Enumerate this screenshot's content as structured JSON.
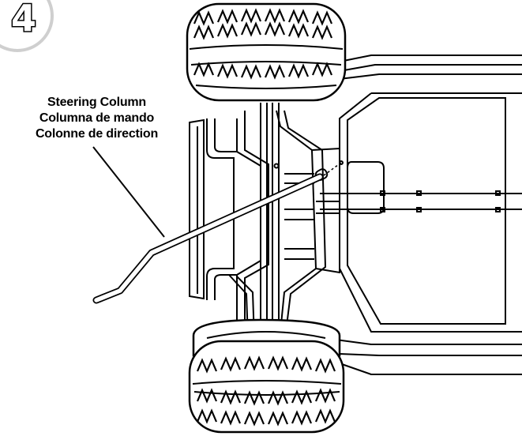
{
  "step": {
    "number": "4"
  },
  "callout": {
    "lines": [
      "Steering Column",
      "Columna de mando",
      "Colonne de direction"
    ]
  },
  "colors": {
    "line": "#000000",
    "fill": "#ffffff",
    "step_ring": "#cccccc"
  }
}
